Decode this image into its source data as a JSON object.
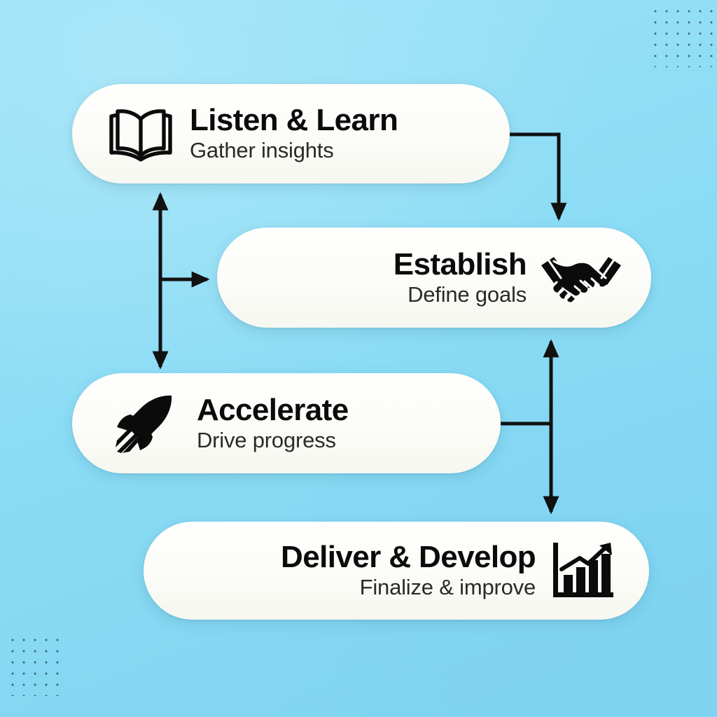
{
  "theme": {
    "background_color": "#8bdcf5",
    "card_color": "#fbfbf7",
    "text_color": "#0b0b0b",
    "connector_color": "#111111"
  },
  "decor": {
    "dots_top_right": "dot-grid",
    "dots_bottom_left": "dot-grid"
  },
  "diagram": {
    "type": "flow",
    "steps": [
      {
        "id": "listen",
        "title": "Listen & Learn",
        "subtitle": "Gather insights",
        "icon": "open-book-icon",
        "icon_side": "left"
      },
      {
        "id": "establish",
        "title": "Establish",
        "subtitle": "Define goals",
        "icon": "handshake-icon",
        "icon_side": "right"
      },
      {
        "id": "accelerate",
        "title": "Accelerate",
        "subtitle": "Drive progress",
        "icon": "rocket-icon",
        "icon_side": "left"
      },
      {
        "id": "deliver",
        "title": "Deliver & Develop",
        "subtitle": "Finalize & improve",
        "icon": "growth-chart-icon",
        "icon_side": "right"
      }
    ],
    "connectors": [
      {
        "id": "listen-to-establish",
        "from": "listen",
        "to": "establish",
        "style": "elbow-right-down",
        "arrows": "end"
      },
      {
        "id": "listen-accelerate-establish",
        "from": "accelerate",
        "to": "listen",
        "style": "vertical-branch-right",
        "arrows": "both"
      },
      {
        "id": "accelerate-to-deliver-establish",
        "from": "accelerate",
        "to": "deliver",
        "style": "vertical-branch-left",
        "arrows": "both"
      }
    ]
  }
}
